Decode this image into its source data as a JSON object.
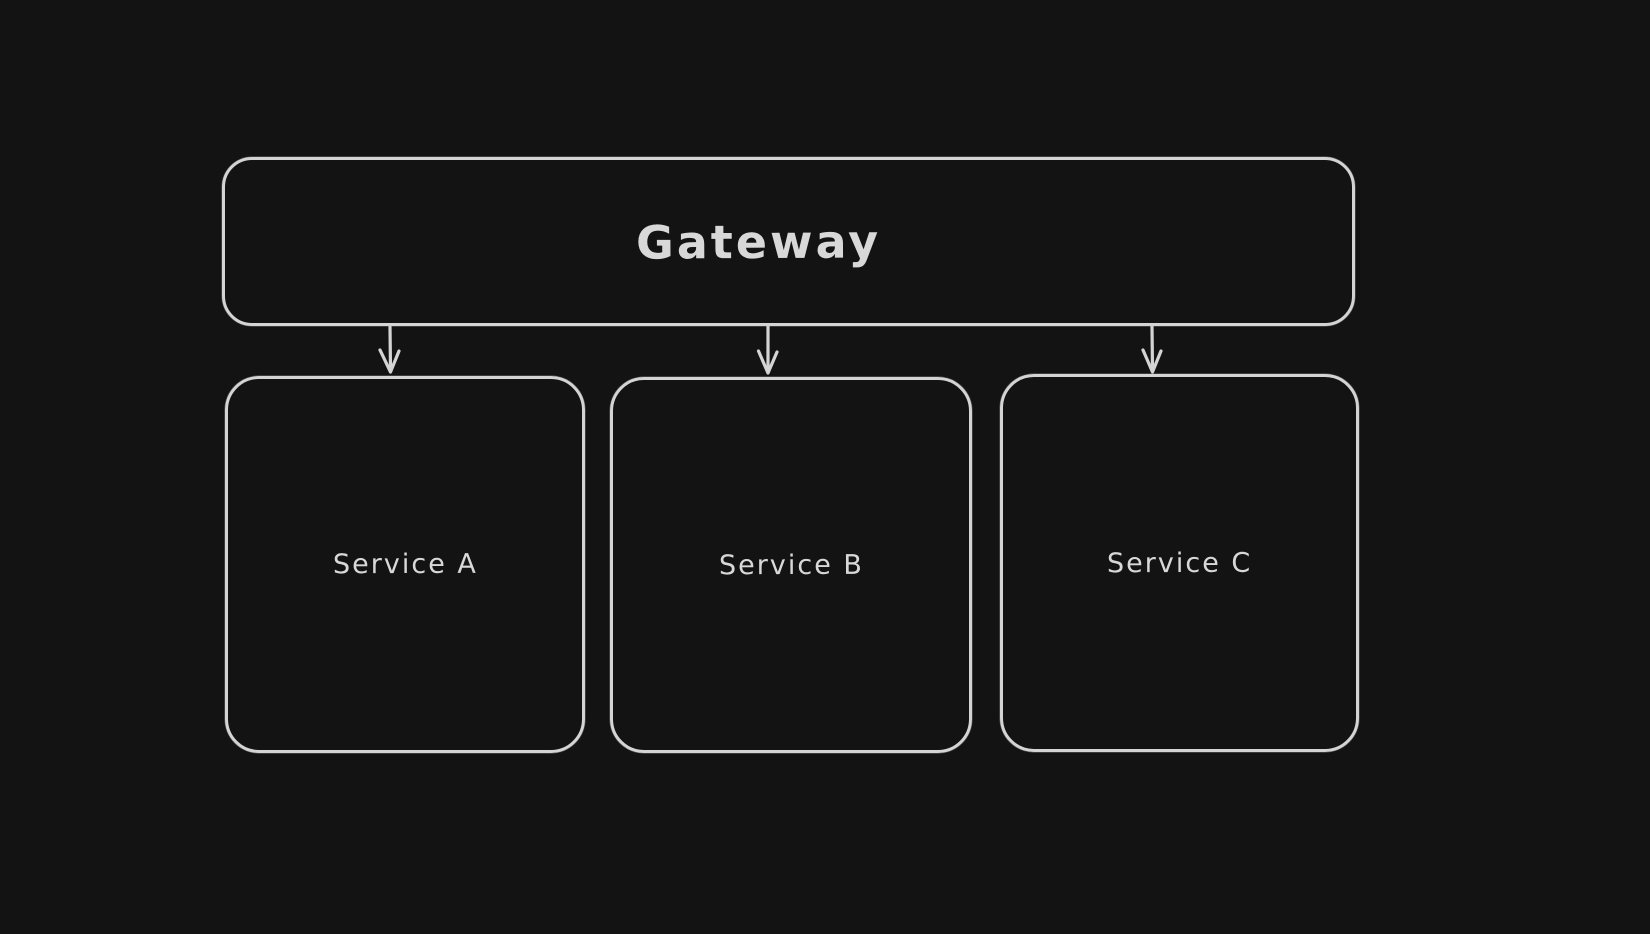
{
  "canvas": {
    "theme": "dark",
    "background_color": "#131313",
    "stroke_color": "#d4d4d4",
    "text_color": "#d8d8d8"
  },
  "diagram": {
    "type": "flowchart",
    "direction": "top-down",
    "nodes": [
      {
        "id": "gateway",
        "label": "Gateway",
        "shape": "rounded-rectangle",
        "role": "root"
      },
      {
        "id": "service-a",
        "label": "Service A",
        "shape": "rounded-rectangle",
        "role": "child"
      },
      {
        "id": "service-b",
        "label": "Service B",
        "shape": "rounded-rectangle",
        "role": "child"
      },
      {
        "id": "service-c",
        "label": "Service C",
        "shape": "rounded-rectangle",
        "role": "child"
      }
    ],
    "edges": [
      {
        "from": "gateway",
        "to": "service-a",
        "style": "arrow-down"
      },
      {
        "from": "gateway",
        "to": "service-b",
        "style": "arrow-down"
      },
      {
        "from": "gateway",
        "to": "service-c",
        "style": "arrow-down"
      }
    ]
  }
}
